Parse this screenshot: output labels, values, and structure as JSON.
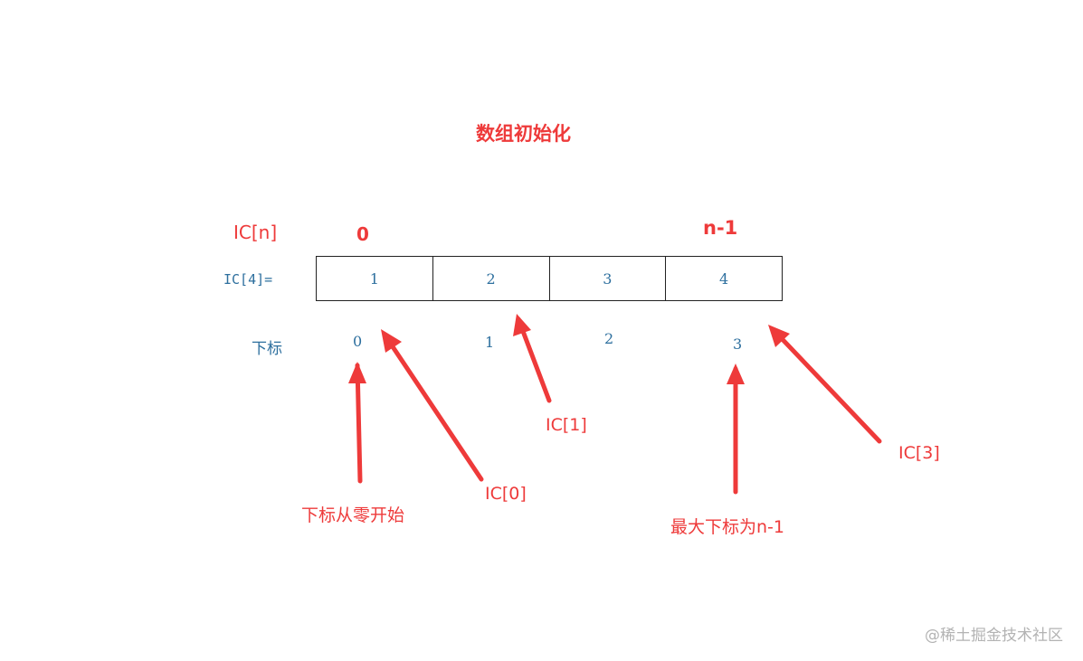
{
  "title": "数组初始化",
  "labels": {
    "array_generic": "IC[n]",
    "first_index": "0",
    "last_index": "n-1",
    "array_decl": "IC[4]=",
    "subscript": "下标"
  },
  "cells": [
    "1",
    "2",
    "3",
    "4"
  ],
  "indices": [
    "0",
    "1",
    "2",
    "3"
  ],
  "annotations": {
    "start_from_zero": "下标从零开始",
    "ic0": "IC[0]",
    "ic1": "IC[1]",
    "max_subscript": "最大下标为n-1",
    "ic3": "IC[3]"
  },
  "colors": {
    "annotation_red": "#ee3a3a",
    "value_blue": "#2d6f9e",
    "watermark_gray": "#b3b3b3"
  },
  "watermark": "@稀土掘金技术社区"
}
